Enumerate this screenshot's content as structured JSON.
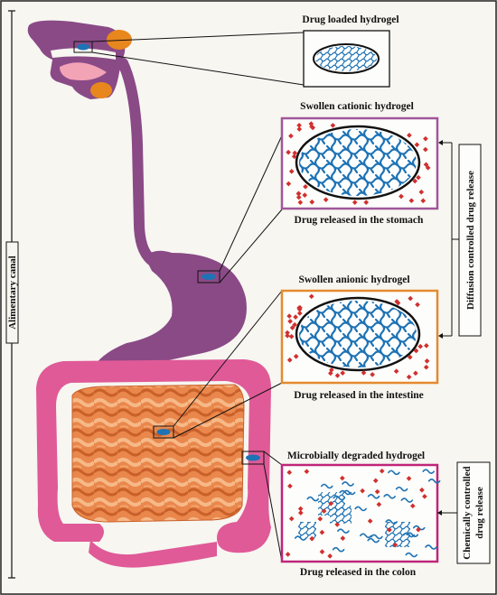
{
  "labels": {
    "drug_loaded": "Drug loaded hydrogel",
    "swollen_cationic": "Swollen cationic hydrogel",
    "released_stomach": "Drug released in the stomach",
    "swollen_anionic": "Swollen anionic hydrogel",
    "released_intestine": "Drug released in the intestine",
    "microbially_degraded": "Microbially degraded hydrogel",
    "released_colon": "Drug released in the colon",
    "alimentary_canal": "Alimentary canal",
    "diffusion_controlled": "Diffusion controlled drug release",
    "chemically_controlled_1": "Chemically controlled",
    "chemically_controlled_2": "drug release"
  },
  "colors": {
    "digestive_tract": "#8a4a86",
    "colon": "#e05a97",
    "small_intestine": "#e88a50",
    "hydrogel_network": "#1e73b5",
    "drug_particle": "#d0302e",
    "cationic_box": "#a0569b",
    "anionic_box": "#e58a2e",
    "colon_box": "#c0257a",
    "gland": "#e8871e",
    "tongue": "#f2a3b6"
  }
}
